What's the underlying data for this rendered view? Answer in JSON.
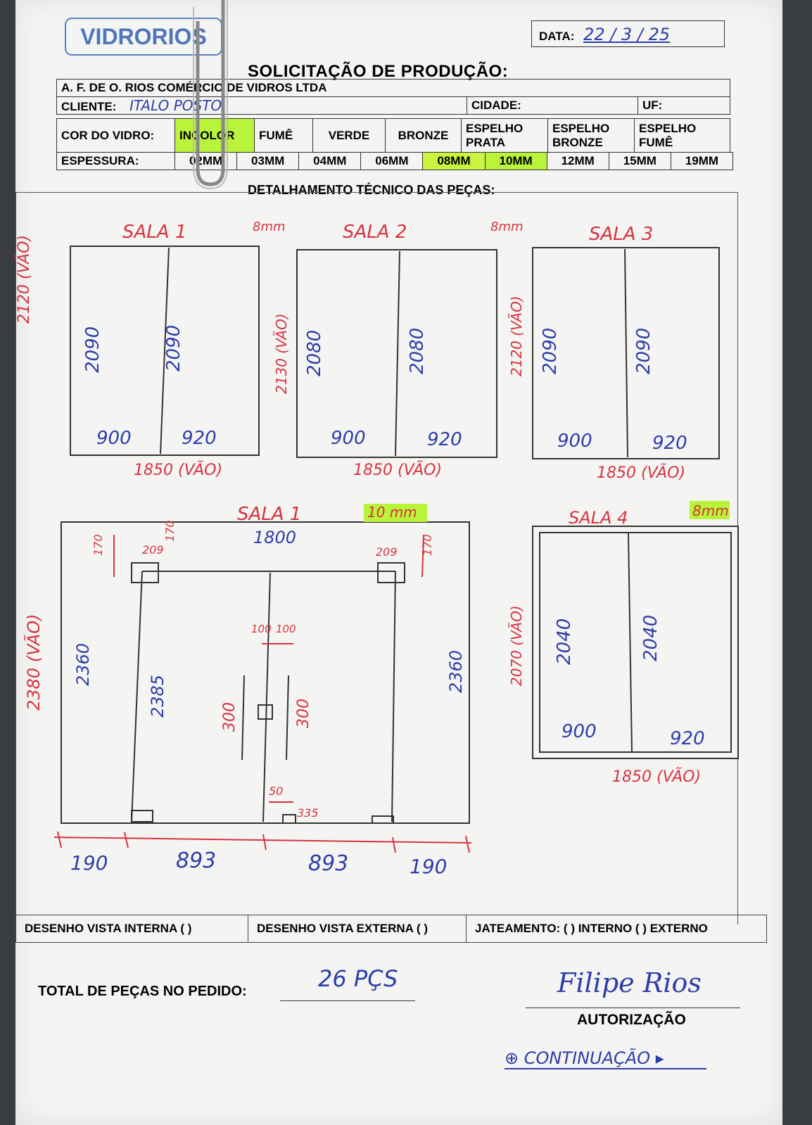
{
  "header": {
    "logo_text": "VIDRORIOS",
    "date_label": "DATA:",
    "date_value": "22 / 3 / 25",
    "title": "SOLICITAÇÃO DE PRODUÇÃO:",
    "company": "A. F. DE O. RIOS COMÉRCIO DE VIDROS LTDA",
    "client_label": "CLIENTE:",
    "client_value": "ITALO POSTO",
    "city_label": "CIDADE:",
    "uf_label": "UF:"
  },
  "color_row": {
    "label": "COR DO VIDRO:",
    "options": [
      "INCOLOR",
      "FUMÊ",
      "VERDE",
      "BRONZE",
      "ESPELHO PRATA",
      "ESPELHO BRONZE",
      "ESPELHO FUMÊ"
    ],
    "selected": "INCOLOR"
  },
  "thickness_row": {
    "label": "ESPESSURA:",
    "options": [
      "02MM",
      "03MM",
      "04MM",
      "06MM",
      "08MM",
      "10MM",
      "12MM",
      "15MM",
      "19MM"
    ],
    "selected": [
      "08MM",
      "10MM"
    ]
  },
  "detail_title": "DETALHAMENTO TÉCNICO DAS PEÇAS:",
  "sketches": {
    "sala1_top": {
      "name": "SALA 1",
      "thickness": "8mm",
      "total_height": "2120 (VÃO)",
      "h_left": "2090",
      "h_right": "2090",
      "w_left": "900",
      "w_right": "920",
      "total_width": "1850 (VÃO)"
    },
    "sala2": {
      "name": "SALA 2",
      "thickness": "8mm",
      "total_height": "2130 (VÃO)",
      "h_left": "2080",
      "h_right": "2080",
      "w_left": "900",
      "w_right": "920",
      "total_width": "1850 (VÃO)"
    },
    "sala3": {
      "name": "SALA 3",
      "total_height": "2120 (VÃO)",
      "h_left": "2090",
      "h_right": "2090",
      "w_left": "900",
      "w_right": "920",
      "total_width": "1850 (VÃO)"
    },
    "sala1_door": {
      "name": "SALA 1",
      "thickness": "10 mm",
      "top_width": "1800",
      "total_height": "2380 (VÃO)",
      "h_side_left": "2360",
      "h_door": "2385",
      "h_side_right": "2360",
      "top_left_1": "170",
      "top_left_2": "209",
      "top_left_3": "170",
      "top_right_1": "209",
      "top_right_2": "170",
      "handle_left_gap": "100",
      "handle_right_gap": "100",
      "handle_left": "300",
      "handle_right": "300",
      "bottom_gap": "50",
      "bottom_pivot": "335",
      "w1": "190",
      "w2": "893",
      "w3": "893",
      "w4": "190"
    },
    "sala4": {
      "name": "SALA 4",
      "thickness": "8mm",
      "total_height": "2070 (VÃO)",
      "h_left": "2040",
      "h_right": "2040",
      "w_left": "900",
      "w_right": "920",
      "total_width": "1850 (VÃO)"
    }
  },
  "bottom_row": {
    "internal": "DESENHO VISTA INTERNA (  )",
    "external": "DESENHO VISTA EXTERNA (  )",
    "blasting": "JATEAMENTO: (  ) INTERNO (  ) EXTERNO"
  },
  "total_label": "TOTAL DE PEÇAS NO PEDIDO:",
  "total_value": "26 PÇS",
  "authorization_label": "AUTORIZAÇÃO",
  "signature": "Filipe Rios",
  "continuation": "CONTINUAÇÃO"
}
